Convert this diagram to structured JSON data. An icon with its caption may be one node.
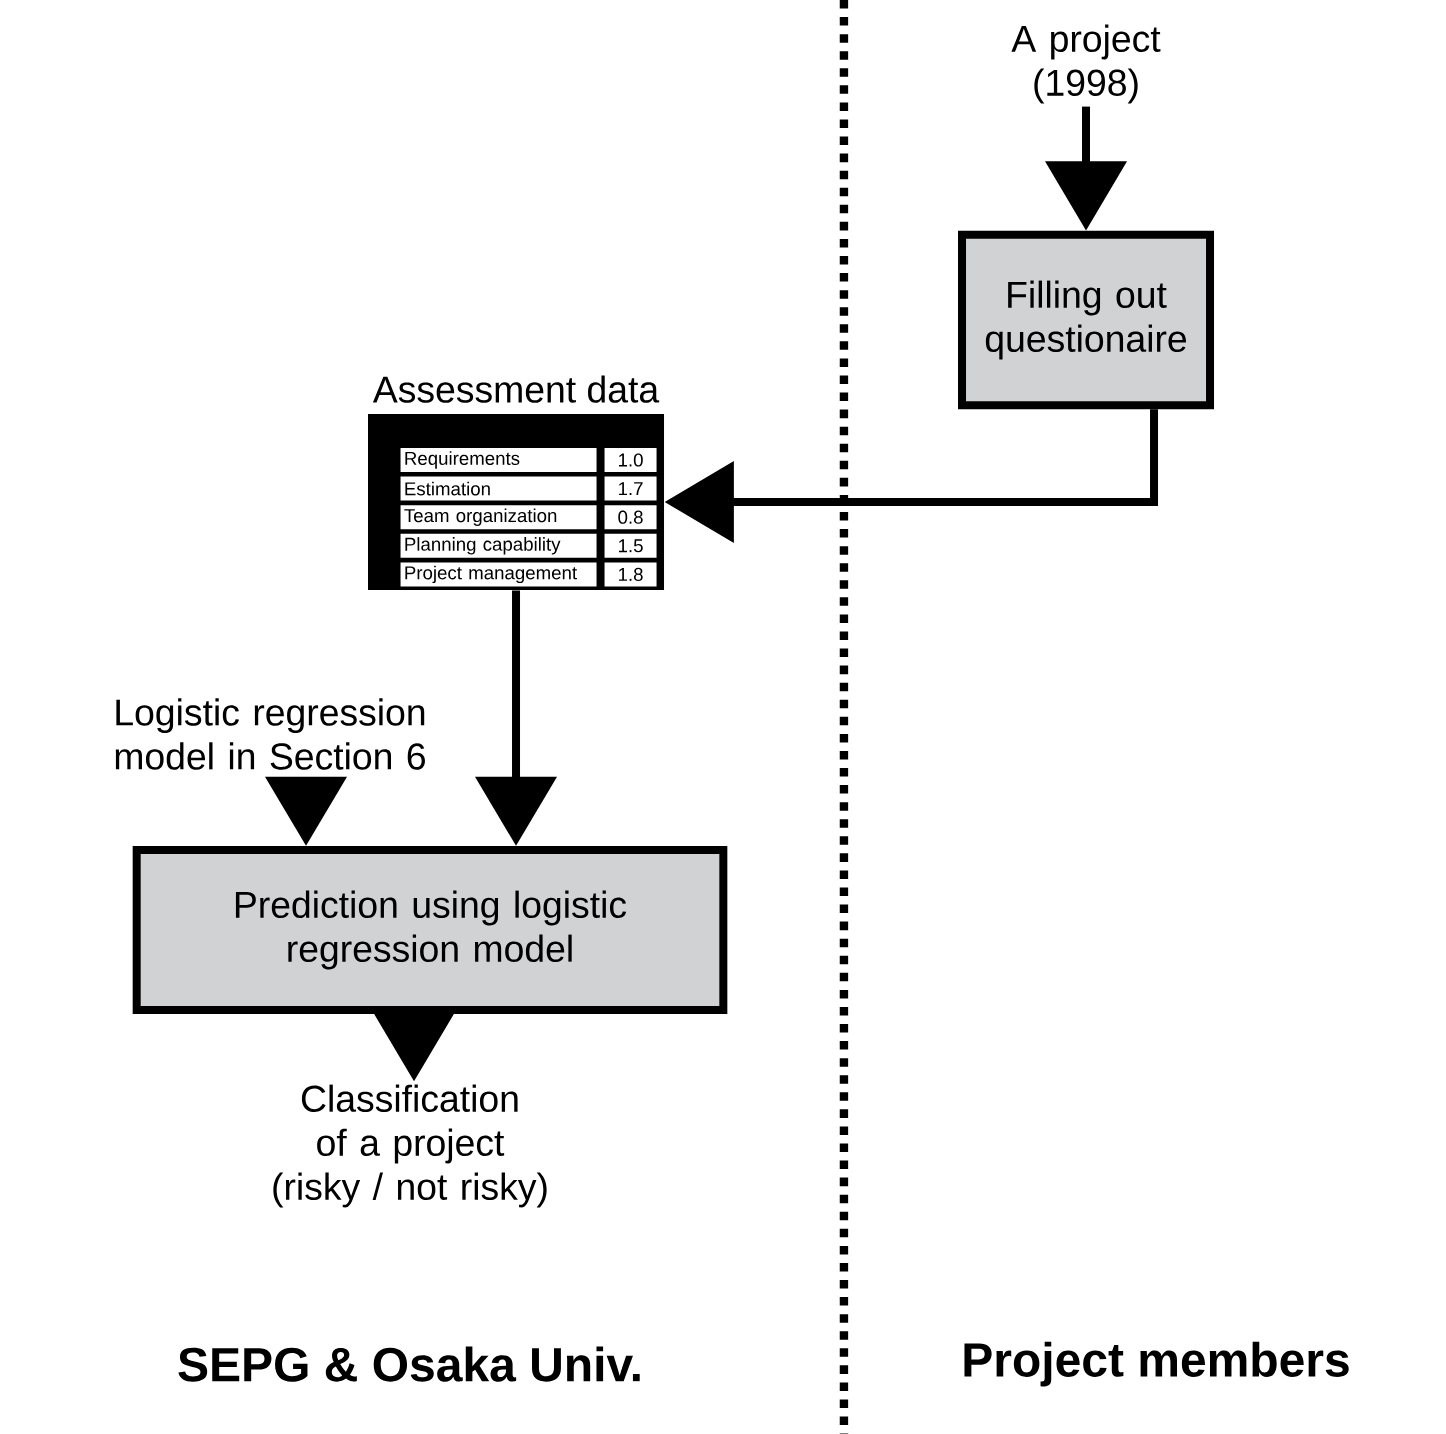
{
  "diagram": {
    "nodes": [
      {
        "text": [
          "A project (1998)"
        ]
      },
      {
        "text": [
          "Filling out questionaire"
        ]
      },
      {
        "text": [
          "Assessment data",
          "Requirements",
          "1.0",
          "Estimation",
          "1.7",
          "Team organization",
          "0.8",
          "Planning capability",
          "1.5",
          "Project management",
          "1.8"
        ]
      },
      {
        "text": [
          "Logistic regression model in Section 6"
        ]
      },
      {
        "text": [
          "Prediction using logistic regression model"
        ]
      },
      {
        "text": [
          "Classification of a project (risky / not risky)"
        ]
      }
    ],
    "edges": [
      {
        "from": 0,
        "to": 1,
        "arrow": "to"
      },
      {
        "from": 1,
        "to": 2,
        "arrow": "to"
      },
      {
        "from": 3,
        "to": 4,
        "arrow": "to"
      },
      {
        "from": 2,
        "to": 4,
        "arrow": "to"
      },
      {
        "from": 4,
        "to": 5,
        "arrow": "to"
      }
    ],
    "labels": [
      "SEPG & Osaka Univ.",
      "Project members"
    ]
  }
}
